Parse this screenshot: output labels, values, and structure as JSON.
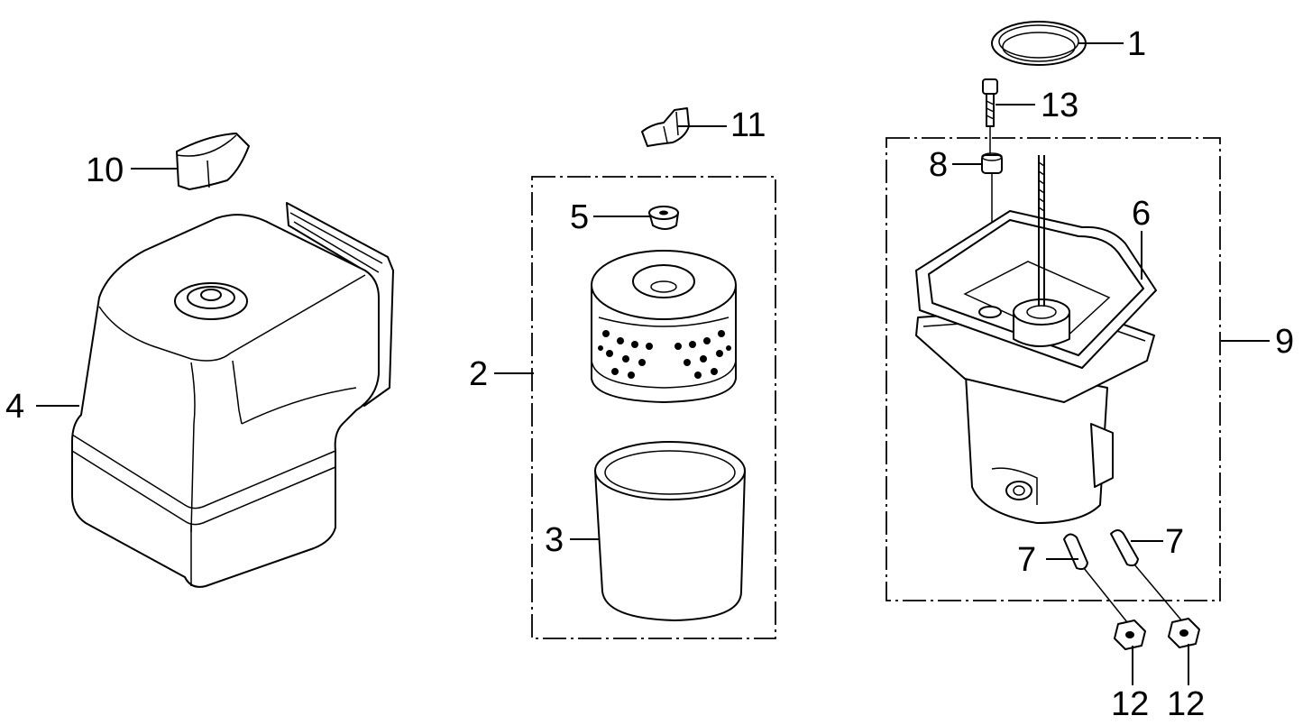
{
  "diagram": {
    "callouts": {
      "c1": "1",
      "c2": "2",
      "c3": "3",
      "c4": "4",
      "c5": "5",
      "c6": "6",
      "c7a": "7",
      "c7b": "7",
      "c8": "8",
      "c9": "9",
      "c10": "10",
      "c11": "11",
      "c12a": "12",
      "c12b": "12",
      "c13": "13"
    }
  }
}
